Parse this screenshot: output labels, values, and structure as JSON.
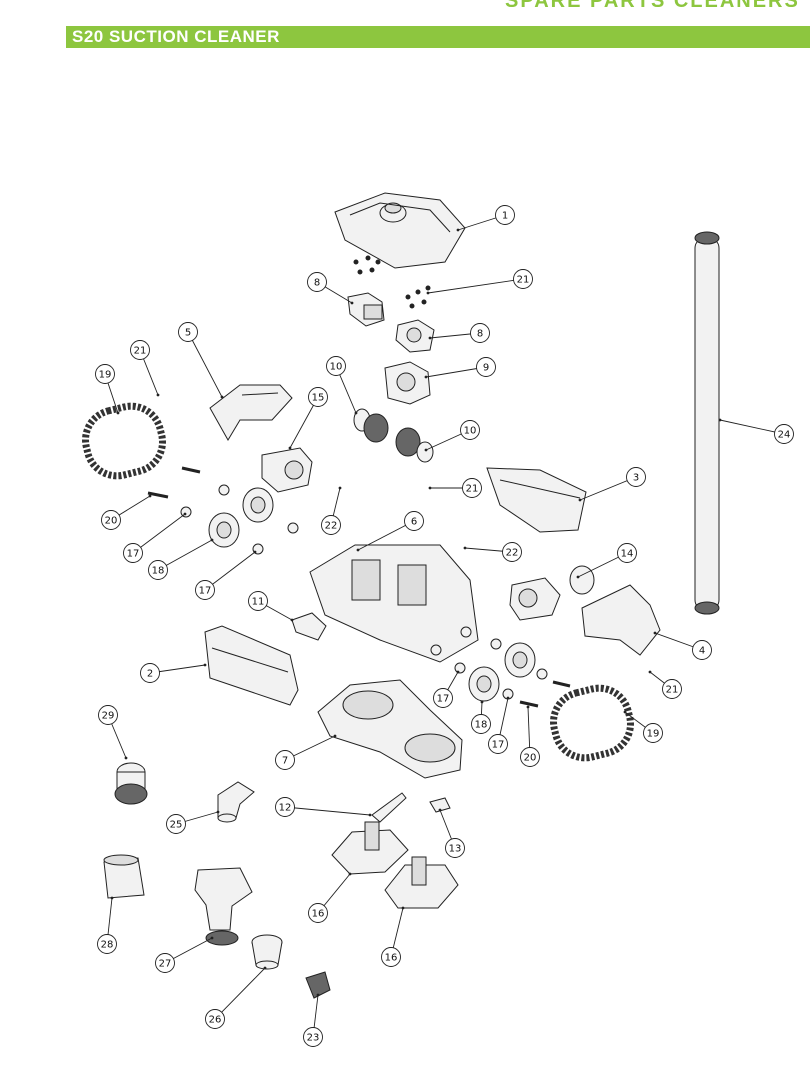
{
  "header": {
    "section_label_cut": "SPARE PARTS CLEANERS",
    "title": "S20 SUCTION CLEANER"
  },
  "colors": {
    "accent": "#8dc63f",
    "line": "#222222",
    "part_fill": "#f2f2f2"
  },
  "callouts": [
    {
      "id": "c1",
      "label": "1"
    },
    {
      "id": "c21a",
      "label": "21"
    },
    {
      "id": "c8a",
      "label": "8"
    },
    {
      "id": "c8b",
      "label": "8"
    },
    {
      "id": "c5",
      "label": "5"
    },
    {
      "id": "c21b",
      "label": "21"
    },
    {
      "id": "c19a",
      "label": "19"
    },
    {
      "id": "c9",
      "label": "9"
    },
    {
      "id": "c10a",
      "label": "10"
    },
    {
      "id": "c15",
      "label": "15"
    },
    {
      "id": "c10b",
      "label": "10"
    },
    {
      "id": "c24",
      "label": "24"
    },
    {
      "id": "c3",
      "label": "3"
    },
    {
      "id": "c21c",
      "label": "21"
    },
    {
      "id": "c20a",
      "label": "20"
    },
    {
      "id": "c22a",
      "label": "22"
    },
    {
      "id": "c6",
      "label": "6"
    },
    {
      "id": "c17a",
      "label": "17"
    },
    {
      "id": "c18a",
      "label": "18"
    },
    {
      "id": "c22b",
      "label": "22"
    },
    {
      "id": "c14",
      "label": "14"
    },
    {
      "id": "c17b",
      "label": "17"
    },
    {
      "id": "c11",
      "label": "11"
    },
    {
      "id": "c4",
      "label": "4"
    },
    {
      "id": "c2",
      "label": "2"
    },
    {
      "id": "c21d",
      "label": "21"
    },
    {
      "id": "c29",
      "label": "29"
    },
    {
      "id": "c17c",
      "label": "17"
    },
    {
      "id": "c18b",
      "label": "18"
    },
    {
      "id": "c17d",
      "label": "17"
    },
    {
      "id": "c19b",
      "label": "19"
    },
    {
      "id": "c7",
      "label": "7"
    },
    {
      "id": "c20b",
      "label": "20"
    },
    {
      "id": "c12",
      "label": "12"
    },
    {
      "id": "c25",
      "label": "25"
    },
    {
      "id": "c13",
      "label": "13"
    },
    {
      "id": "c16a",
      "label": "16"
    },
    {
      "id": "c28",
      "label": "28"
    },
    {
      "id": "c16b",
      "label": "16"
    },
    {
      "id": "c27",
      "label": "27"
    },
    {
      "id": "c26",
      "label": "26"
    },
    {
      "id": "c23",
      "label": "23"
    }
  ]
}
